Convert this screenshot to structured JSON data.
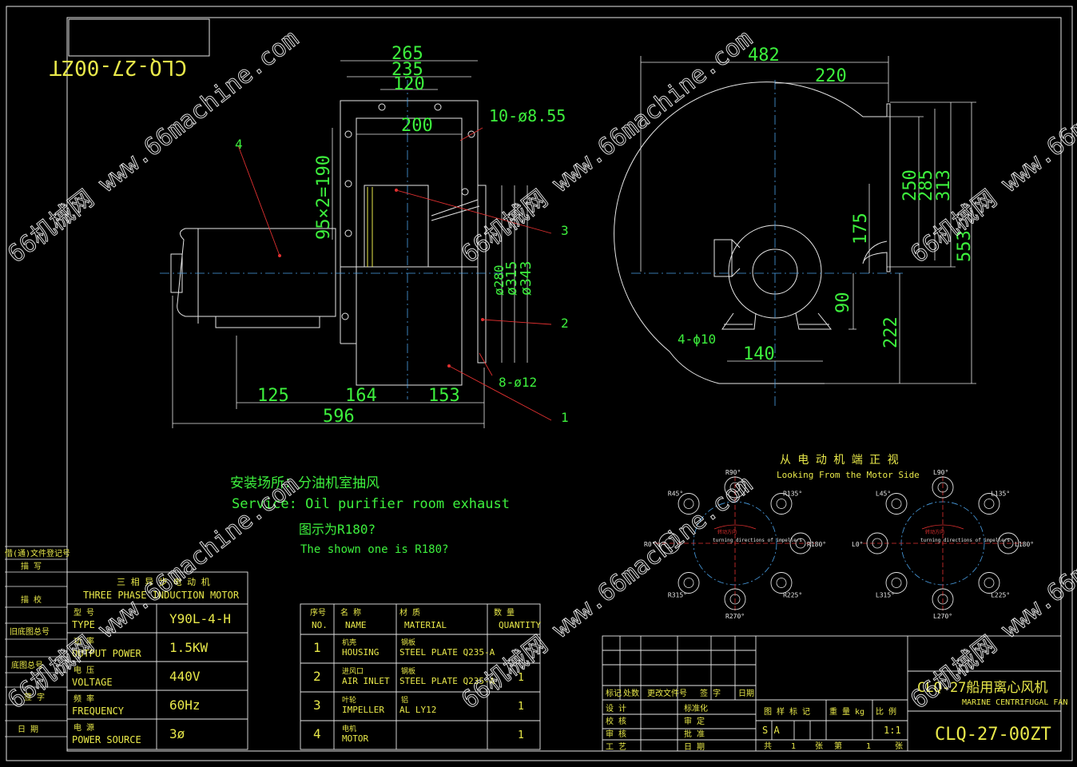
{
  "drawing_number_mirrored": "CLQ-27-00ZT",
  "watermarks": [
    "66机械网 www.66machine.com"
  ],
  "side_view": {
    "dims_top": [
      "265",
      "235",
      "120",
      "200"
    ],
    "dims_bottom": [
      "125",
      "164",
      "153",
      "596"
    ],
    "dim_vertical": "95×2=190",
    "dims_dia": [
      "ø280",
      "ø315",
      "ø343"
    ],
    "hole_label_top": "10-ø8.55",
    "hole_label_bottom": "8-ø12",
    "part_callouts": [
      "4",
      "3",
      "2",
      "1"
    ]
  },
  "front_view": {
    "dims_top": [
      "482",
      "220"
    ],
    "dims_right": [
      "250",
      "285",
      "313",
      "553"
    ],
    "dims_mid": [
      "175",
      "90",
      "222"
    ],
    "dim_base": "140",
    "base_holes": "4-ϕ10"
  },
  "service": {
    "cn": "安装场所：分油机室抽风",
    "en": "Service: Oil purifier room exhaust",
    "shown_cn": "图示为R180?",
    "shown_en": "The shown one is R180?"
  },
  "rotation": {
    "title_cn": "从 电 动 机 端 正 视",
    "title_en": "Looking From the Motor Side",
    "center_cn": "转动方向",
    "center_en": "turning directions of impellers",
    "left_labels": [
      "R90°",
      "R135°",
      "R45°",
      "R180°",
      "R0°",
      "R225°",
      "R315°",
      "R270°"
    ],
    "right_labels": [
      "L90°",
      "L135°",
      "L45°",
      "L180°",
      "L0°",
      "L225°",
      "L315°",
      "L270°"
    ]
  },
  "motor_table": {
    "title_cn": "三 相 异 步 电 动 机",
    "title_en": "THREE PHASE INDUCTION MOTOR",
    "rows": [
      {
        "cn": "型 号",
        "en": "TYPE",
        "value": "Y90L-4-H"
      },
      {
        "cn": "功 率",
        "en": "OUTPUT POWER",
        "value": "1.5KW"
      },
      {
        "cn": "电 压",
        "en": "VOLTAGE",
        "value": "440V"
      },
      {
        "cn": "频 率",
        "en": "FREQUENCY",
        "value": "60Hz"
      },
      {
        "cn": "电 源",
        "en": "POWER SOURCE",
        "value": "3ø"
      }
    ]
  },
  "parts_table": {
    "headers": [
      {
        "cn": "序号",
        "en": "NO."
      },
      {
        "cn": "名 称",
        "en": "NAME"
      },
      {
        "cn": "材 质",
        "en": "MATERIAL"
      },
      {
        "cn": "数 量",
        "en": "QUANTITY"
      }
    ],
    "rows": [
      {
        "no": "1",
        "cn": "机壳",
        "name": "HOUSING",
        "mcn": "钢板",
        "material": "STEEL PLATE Q235-A",
        "qty": ""
      },
      {
        "no": "2",
        "cn": "进风口",
        "name": "AIR INLET",
        "mcn": "钢板",
        "material": "STEEL PLATE Q235-A",
        "qty": "1"
      },
      {
        "no": "3",
        "cn": "叶轮",
        "name": "IMPELLER",
        "mcn": "铝",
        "material": "AL LY12",
        "qty": "1"
      },
      {
        "no": "4",
        "cn": "电机",
        "name": "MOTOR",
        "mcn": "",
        "material": "",
        "qty": "1"
      }
    ]
  },
  "left_strip": [
    "借(通)文件登记号",
    "描 写",
    "描 校",
    "旧底图总号",
    "底图总号",
    "签 字",
    "日 期"
  ],
  "title_block": {
    "rev_headers": [
      "标记",
      "处数",
      "更改文件号",
      "签 字",
      "日期"
    ],
    "roles_left": [
      "设 计",
      "校 核",
      "审 核",
      "工 艺"
    ],
    "roles_right": [
      "标准化",
      "审 定",
      "批 准",
      "日 期"
    ],
    "stage_label": "图 样 标 记",
    "weight_label": "重 量 kg",
    "scale_label": "比 例",
    "stage_value": "S A",
    "scale_value": "1:1",
    "sheet_text": [
      "共",
      "1",
      "张",
      "第",
      "1",
      "张"
    ],
    "title_cn": "CLQ-27船用离心风机",
    "title_en": "MARINE CENTRIFUGAL FAN",
    "drawing_no": "CLQ-27-00ZT"
  }
}
